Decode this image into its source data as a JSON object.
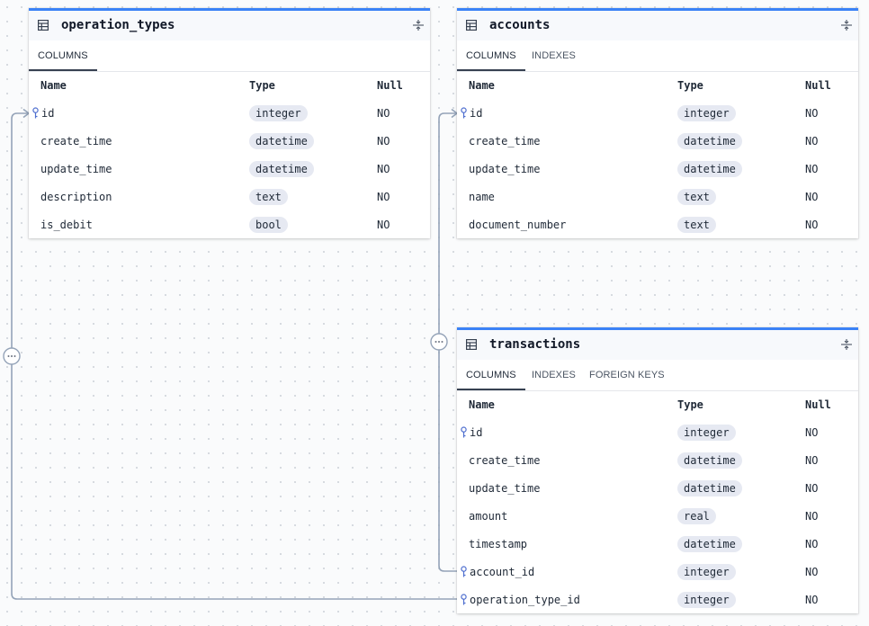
{
  "colors": {
    "accent": "#3b82f6",
    "line": "#94a3b8",
    "badge": "#e6e9f2"
  },
  "column_headers": {
    "name": "Name",
    "type": "Type",
    "null": "Null"
  },
  "tables": {
    "operation_types": {
      "title": "operation_types",
      "tabs": [
        "COLUMNS"
      ],
      "columns": [
        {
          "name": "id",
          "type": "integer",
          "null": "NO",
          "key": true
        },
        {
          "name": "create_time",
          "type": "datetime",
          "null": "NO"
        },
        {
          "name": "update_time",
          "type": "datetime",
          "null": "NO"
        },
        {
          "name": "description",
          "type": "text",
          "null": "NO"
        },
        {
          "name": "is_debit",
          "type": "bool",
          "null": "NO"
        }
      ]
    },
    "accounts": {
      "title": "accounts",
      "tabs": [
        "COLUMNS",
        "INDEXES"
      ],
      "columns": [
        {
          "name": "id",
          "type": "integer",
          "null": "NO",
          "key": true
        },
        {
          "name": "create_time",
          "type": "datetime",
          "null": "NO"
        },
        {
          "name": "update_time",
          "type": "datetime",
          "null": "NO"
        },
        {
          "name": "name",
          "type": "text",
          "null": "NO"
        },
        {
          "name": "document_number",
          "type": "text",
          "null": "NO"
        }
      ]
    },
    "transactions": {
      "title": "transactions",
      "tabs": [
        "COLUMNS",
        "INDEXES",
        "FOREIGN KEYS"
      ],
      "columns": [
        {
          "name": "id",
          "type": "integer",
          "null": "NO",
          "key": true
        },
        {
          "name": "create_time",
          "type": "datetime",
          "null": "NO"
        },
        {
          "name": "update_time",
          "type": "datetime",
          "null": "NO"
        },
        {
          "name": "amount",
          "type": "real",
          "null": "NO"
        },
        {
          "name": "timestamp",
          "type": "datetime",
          "null": "NO"
        },
        {
          "name": "account_id",
          "type": "integer",
          "null": "NO",
          "key": true
        },
        {
          "name": "operation_type_id",
          "type": "integer",
          "null": "NO",
          "key": true
        }
      ]
    }
  },
  "icons": {
    "table": "table-grid-icon",
    "collapse": "collapse-icon",
    "key": "key-icon",
    "more": "more-dots-icon"
  }
}
